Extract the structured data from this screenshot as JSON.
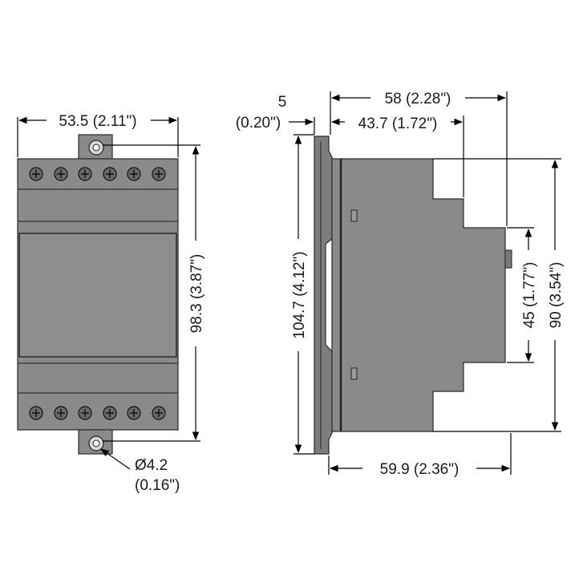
{
  "front_view": {
    "width_label": "53.5 (2.11\")",
    "height_label": "98.3 (3.87\")",
    "hole_label_line1": "Ø4.2",
    "hole_label_line2": "(0.16\")"
  },
  "side_view": {
    "offset_label_line1": "5",
    "offset_label_line2": "(0.20\")",
    "overall_depth_label": "58 (2.28\")",
    "inner_depth_label": "43.7 (1.72\")",
    "base_depth_label": "59.9 (2.36\")",
    "overall_height_label": "104.7 (4.12\")",
    "body_height_label": "90 (3.54\")",
    "face_height_label": "45 (1.77\")"
  },
  "colors": {
    "housing": "#8a8a8a",
    "housing_dark": "#7d7d7d",
    "outline": "#2a2a2a",
    "dimension_lines": "#000000"
  }
}
